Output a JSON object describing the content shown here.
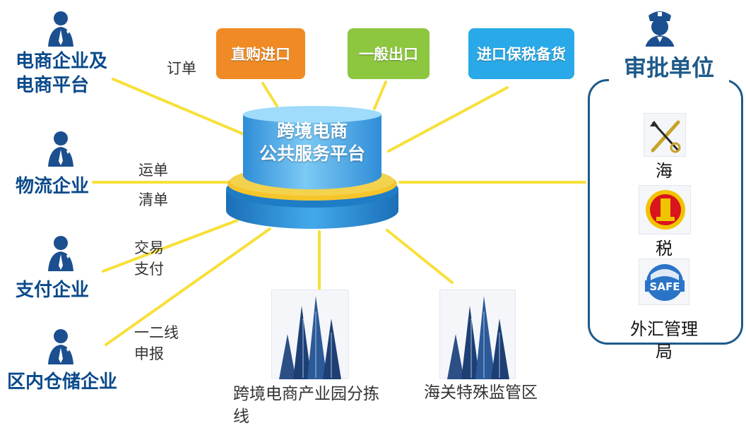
{
  "platform": {
    "line1": "跨境电商",
    "line2": "公共服务平台"
  },
  "modes": [
    {
      "label": "直购进口",
      "color": "#f08a24"
    },
    {
      "label": "一般出口",
      "color": "#8dc63f"
    },
    {
      "label": "进口保税备货",
      "color": "#29a9e8"
    }
  ],
  "entities": [
    {
      "line1": "电商企业及",
      "line2": "电商平台"
    },
    {
      "line1": "物流企业"
    },
    {
      "line1": "支付企业"
    },
    {
      "line1": "区内仓储企业"
    }
  ],
  "flows": {
    "order": "订单",
    "waybill": "运单",
    "manifest": "清单",
    "trade1": "交易",
    "trade2": "支付",
    "declare1": "一二线",
    "declare2": "申报"
  },
  "approval": {
    "title": "审批单位",
    "agencies": [
      {
        "label": "海",
        "icon": "customs-emblem-icon"
      },
      {
        "label": "税",
        "icon": "tax-emblem-icon"
      },
      {
        "label": "外汇管理",
        "label2": "局",
        "icon": "safe-logo-icon",
        "logo_text": "SAFE"
      }
    ]
  },
  "sites": [
    {
      "line1": "跨境电商产业园分拣",
      "line2": "线"
    },
    {
      "line1": "海关特殊监管区"
    }
  ],
  "colors": {
    "connector": "#f7e03a",
    "entity_text": "#0b4a8b",
    "approval_border": "#1e5a8a",
    "person_icon": "#1b4f8f"
  }
}
